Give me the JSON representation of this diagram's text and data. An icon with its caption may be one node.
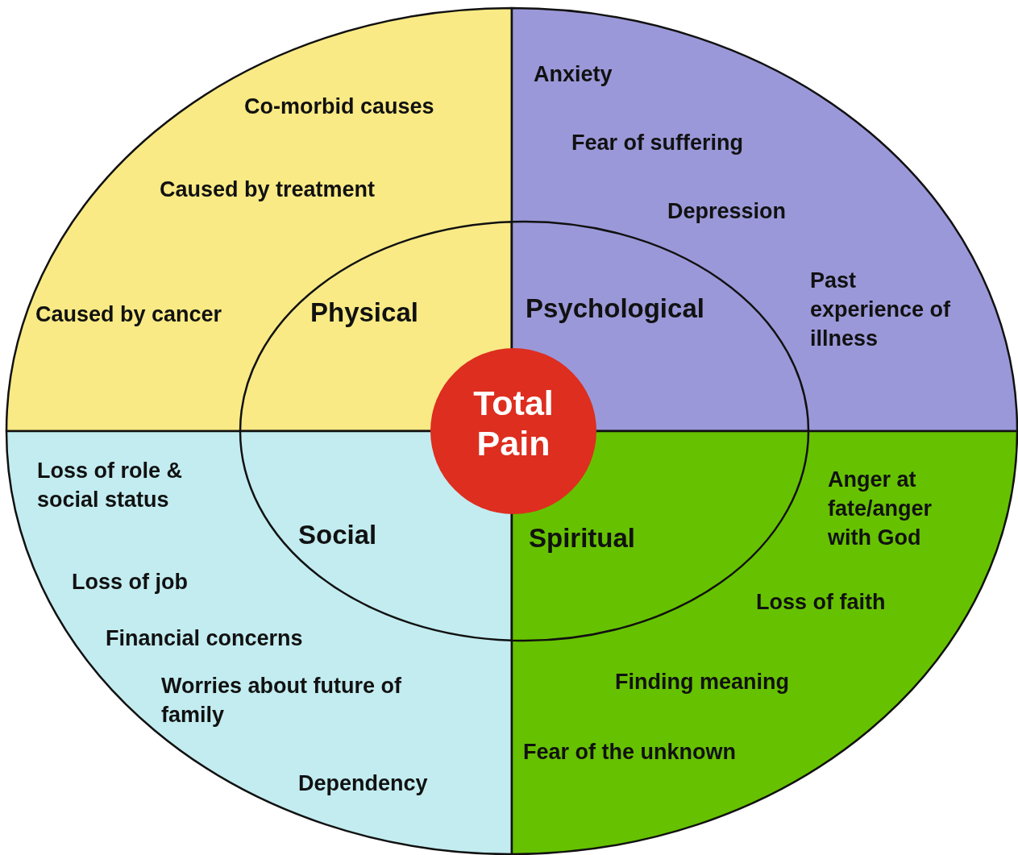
{
  "diagram": {
    "nodes": [
      {
        "text": [
          "Total Pain"
        ]
      },
      {
        "text": [
          "Co-morbid causes",
          "Caused by treatment",
          "Caused by cancer"
        ]
      },
      {
        "text": [
          "Physical"
        ],
        "in": 1
      },
      {
        "text": [
          "Anxiety",
          "Fear of suffering",
          "Depression",
          "Past experience of illness"
        ]
      },
      {
        "text": [
          "Psychological"
        ],
        "in": 3
      },
      {
        "text": [
          "Loss of role & social status",
          "Loss of job",
          "Financial concerns",
          "Worries about future of family",
          "Dependency"
        ]
      },
      {
        "text": [
          "Social"
        ],
        "in": 5
      },
      {
        "text": [
          "Anger at fate/anger with God",
          "Loss of faith",
          "Finding meaning",
          "Fear of the unknown"
        ]
      },
      {
        "text": [
          "Spiritual"
        ],
        "in": 7
      }
    ]
  }
}
